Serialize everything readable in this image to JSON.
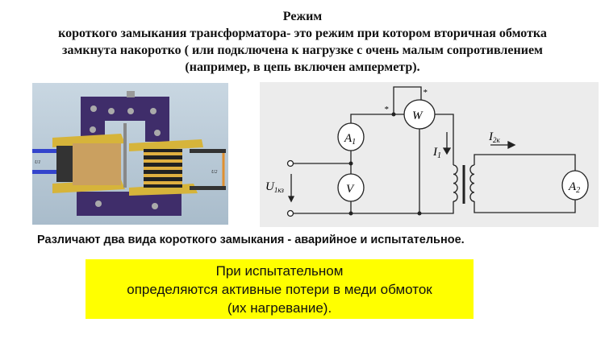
{
  "title": {
    "line1": "Режим",
    "line2": "короткого замыкания трансформатора- это режим при котором вторичная обмотка",
    "line3": "замкнута накоротко (  или подключена к нагрузке с очень малым сопротивлением",
    "line4": "(например, в цепь включен амперметр)."
  },
  "photo": {
    "label_left": "U1",
    "label_right": "U2"
  },
  "diagram": {
    "A1": "A",
    "A1_sub": "1",
    "V": "V",
    "W": "W",
    "A2": "A",
    "A2_sub": "2",
    "I1": "I",
    "I1_sub": "1",
    "I2": "I",
    "I2_sub": "2к",
    "U": "U",
    "U_sub": "1кз",
    "star": "*"
  },
  "note": "Различают два вида короткого замыкания - аварийное и испытательное.",
  "highlight": {
    "line1": "При испытательном",
    "line2": "определяются активные потери в меди обмоток",
    "line3": "(их нагревание).",
    "color": "#ffff00"
  }
}
